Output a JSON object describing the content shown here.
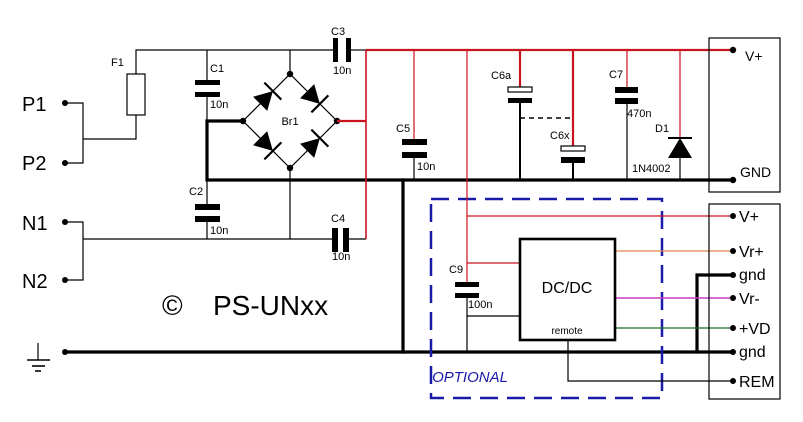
{
  "diagram": {
    "title": "PS-UNxx",
    "copyright_symbol": "©",
    "optional_label": "OPTIONAL"
  },
  "inputs": {
    "p1": "P1",
    "p2": "P2",
    "n1": "N1",
    "n2": "N2",
    "earth": "ground-symbol"
  },
  "components": {
    "F1": {
      "ref": "F1",
      "type": "fuse"
    },
    "C1": {
      "ref": "C1",
      "value": "10n"
    },
    "C2": {
      "ref": "C2",
      "value": "10n"
    },
    "C3": {
      "ref": "C3",
      "value": "10n"
    },
    "C4": {
      "ref": "C4",
      "value": "10n"
    },
    "C5": {
      "ref": "C5",
      "value": "10n"
    },
    "C6a": {
      "ref": "C6a",
      "type": "electrolytic"
    },
    "C6x": {
      "ref": "C6x",
      "type": "electrolytic"
    },
    "C7": {
      "ref": "C7",
      "value": "470n"
    },
    "D1": {
      "ref": "D1",
      "value": "1N4002"
    },
    "C9": {
      "ref": "C9",
      "value": "100n"
    },
    "Br1": {
      "ref": "Br1",
      "type": "bridge-rectifier"
    },
    "DCDC": {
      "label": "DC/DC",
      "pin": "remote"
    }
  },
  "outputs": {
    "main": [
      {
        "label": "V+"
      },
      {
        "label": "GND"
      }
    ],
    "aux": [
      {
        "label": "V+"
      },
      {
        "label": "Vr+"
      },
      {
        "label": "gnd"
      },
      {
        "label": "Vr-"
      },
      {
        "label": "+VD"
      },
      {
        "label": "gnd"
      },
      {
        "label": "REM"
      }
    ]
  },
  "colors": {
    "positive_rail": "#c8141e",
    "vr_plus": "#e0864a",
    "vr_minus": "#c93bcb",
    "vd": "#1c6a1c",
    "optional_box": "#1a1aa8",
    "wire": "#000000"
  }
}
